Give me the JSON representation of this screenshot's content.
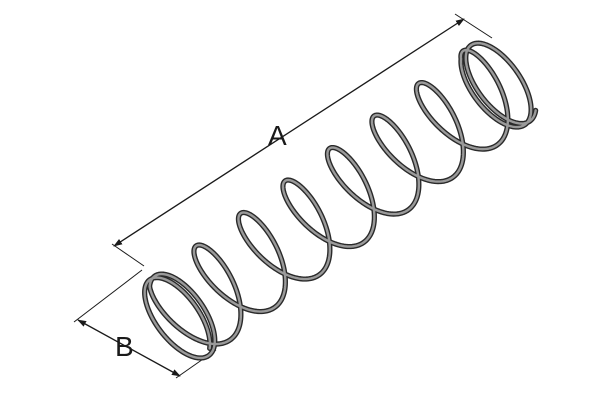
{
  "diagram": {
    "dimension_labels": {
      "a": "A",
      "b": "B"
    },
    "active_coils": 7,
    "colors": {
      "spring_fill": "#9a9a9a",
      "spring_outline": "#2a2a2a",
      "dimension_line": "#1a1a1a",
      "background": "#ffffff"
    }
  }
}
